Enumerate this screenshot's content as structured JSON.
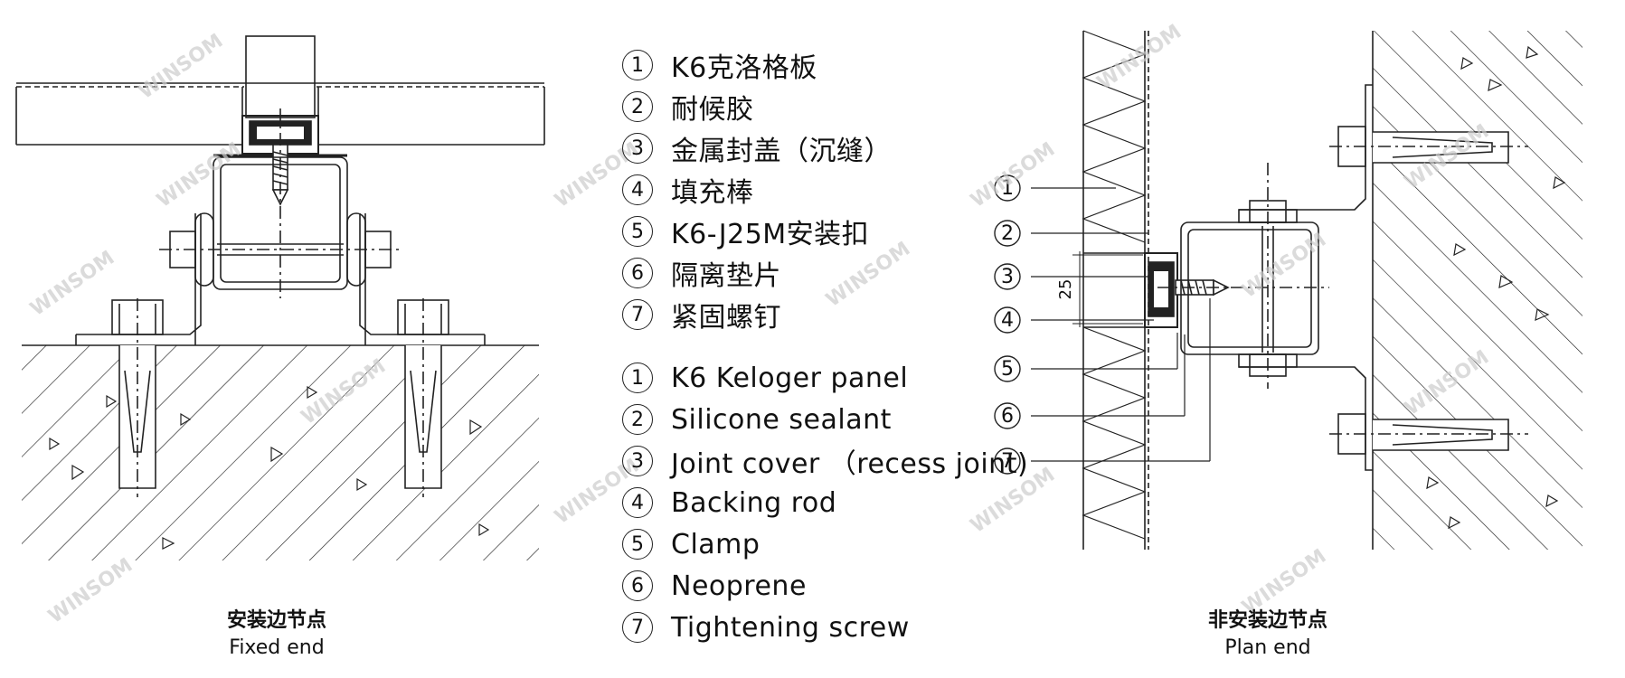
{
  "legend_zh": [
    {
      "num": "1",
      "text": "K6克洛格板"
    },
    {
      "num": "2",
      "text": "耐候胶"
    },
    {
      "num": "3",
      "text": "金属封盖（沉缝）"
    },
    {
      "num": "4",
      "text": "填充棒"
    },
    {
      "num": "5",
      "text": "K6-J25M安装扣"
    },
    {
      "num": "6",
      "text": "隔离垫片"
    },
    {
      "num": "7",
      "text": "紧固螺钉"
    }
  ],
  "legend_en": [
    {
      "num": "1",
      "text": "K6 Keloger panel"
    },
    {
      "num": "2",
      "text": "Silicone sealant"
    },
    {
      "num": "3",
      "text": "Joint cover （recess joint)"
    },
    {
      "num": "4",
      "text": "Backing rod"
    },
    {
      "num": "5",
      "text": "Clamp"
    },
    {
      "num": "6",
      "text": "Neoprene"
    },
    {
      "num": "7",
      "text": "Tightening screw"
    }
  ],
  "left_caption": {
    "zh": "安装边节点",
    "en": "Fixed end"
  },
  "right_caption": {
    "zh": "非安装边节点",
    "en": "Plan end"
  },
  "callouts": [
    "1",
    "2",
    "3",
    "4",
    "5",
    "6",
    "7"
  ],
  "dimension": "25",
  "watermark": "WINSOM"
}
